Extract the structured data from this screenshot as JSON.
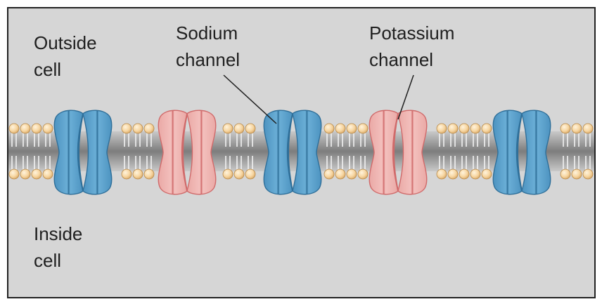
{
  "labels": {
    "outside": [
      "Outside",
      "cell"
    ],
    "inside": [
      "Inside",
      "cell"
    ],
    "sodium": [
      "Sodium",
      "channel"
    ],
    "potassium": [
      "Potassium",
      "channel"
    ]
  },
  "channels": [
    "sodium",
    "potassium",
    "sodium",
    "potassium",
    "sodium"
  ],
  "colors": {
    "background": "#d6d6d6",
    "frame": "#222222",
    "lipid_head": "#f6d5a0",
    "lipid_head_edge": "#b88a4a",
    "tail_band": "#8e8e8e",
    "sodium_fill": "#5da2cc",
    "sodium_dark": "#2f6f99",
    "potassium_fill": "#eeb3b0",
    "potassium_dark": "#d06a6a",
    "leader_line": "#1f1f1f"
  }
}
